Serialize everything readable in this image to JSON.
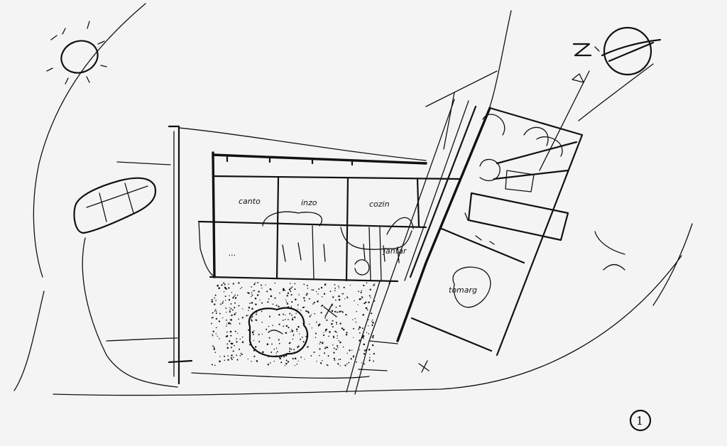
{
  "labels": {
    "room_1": "canto",
    "room_2": "inzo",
    "room_3": "cozin",
    "room_4": "...",
    "room_5": "jantar",
    "room_6": "tomarg",
    "sheet_number": "1"
  },
  "colors": {
    "ink": "#111111",
    "paper": "#f4f4f4"
  },
  "icons": [
    "sun-icon",
    "north-arrow-icon",
    "car-icon",
    "tree-icon"
  ]
}
